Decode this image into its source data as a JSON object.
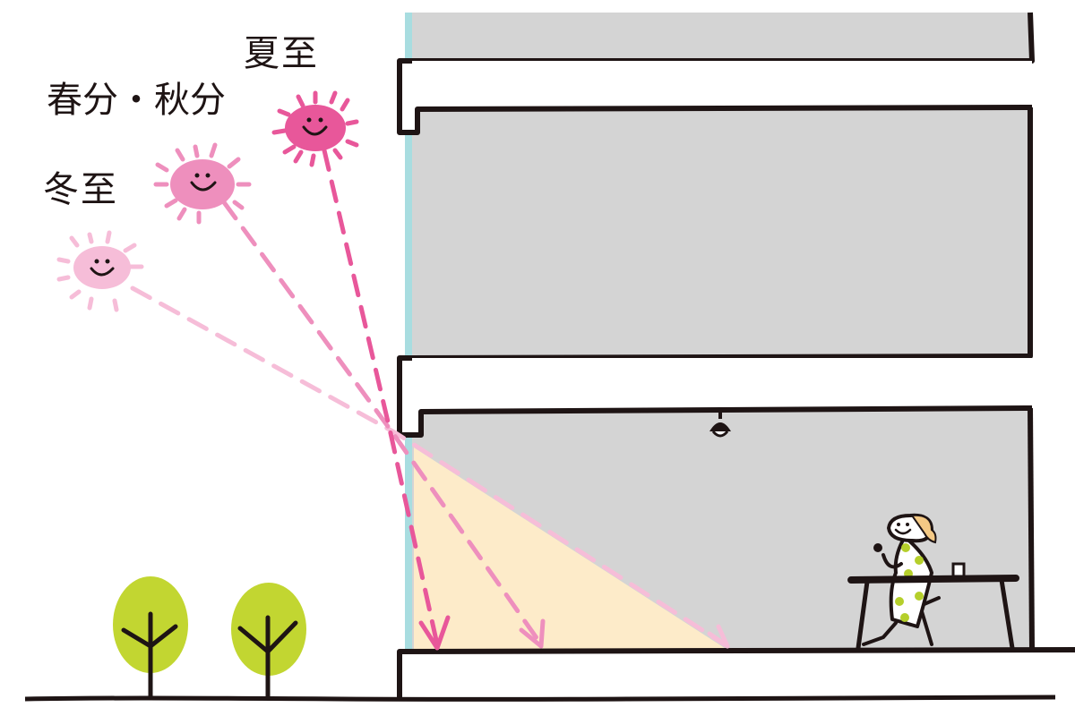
{
  "diagram": {
    "labels": {
      "summer_solstice": "夏至",
      "equinox": "春分・秋分",
      "winter_solstice": "冬至"
    },
    "colors": {
      "outline": "#1e1414",
      "building_gray": "#d4d4d4",
      "glass": "#a8dde0",
      "sunlit_floor": "#fdebc9",
      "summer_sun": "#e8579a",
      "equinox_sun": "#ee8fbd",
      "winter_sun": "#f6bdd8",
      "tree": "#c2d631",
      "dress_dots": "#b5cf2b",
      "hair": "#f4c985"
    },
    "suns": [
      {
        "name": "summer",
        "label_key": "summer_solstice"
      },
      {
        "name": "equinox",
        "label_key": "equinox"
      },
      {
        "name": "winter",
        "label_key": "winter_solstice"
      }
    ]
  }
}
